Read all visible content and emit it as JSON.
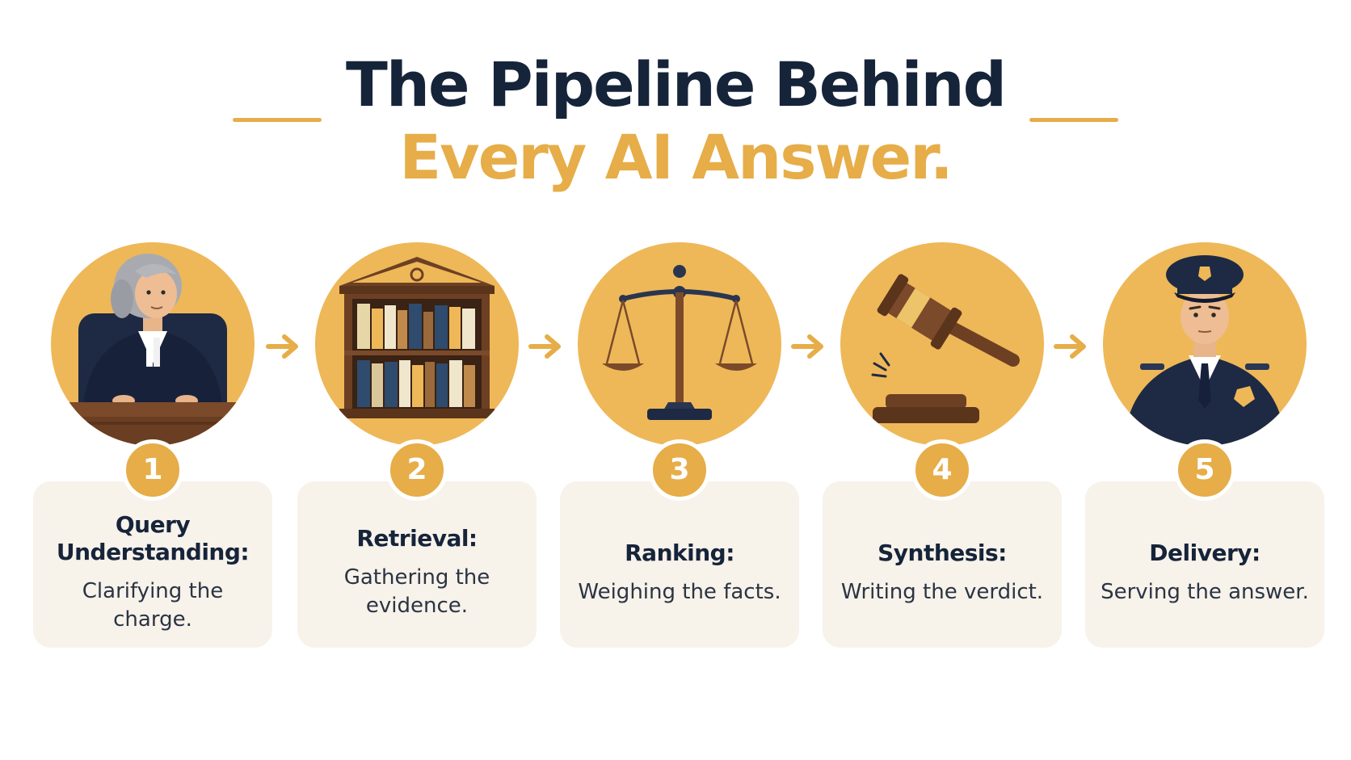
{
  "title": {
    "line1": "The Pipeline Behind",
    "line2": "Every AI Answer."
  },
  "colors": {
    "accent": "#e6ad48",
    "navy": "#16243a",
    "card_bg": "#f7f2ea",
    "circle_bg": "#eeb858"
  },
  "steps": [
    {
      "number": "1",
      "title": "Query Understanding:",
      "desc": "Clarifying the charge.",
      "icon": "judge-icon"
    },
    {
      "number": "2",
      "title": "Retrieval:",
      "desc": "Gathering the evidence.",
      "icon": "bookshelf-icon"
    },
    {
      "number": "3",
      "title": "Ranking:",
      "desc": "Weighing the facts.",
      "icon": "scales-icon"
    },
    {
      "number": "4",
      "title": "Synthesis:",
      "desc": "Writing the verdict.",
      "icon": "gavel-icon"
    },
    {
      "number": "5",
      "title": "Delivery:",
      "desc": "Serving the answer.",
      "icon": "police-officer-icon"
    }
  ]
}
